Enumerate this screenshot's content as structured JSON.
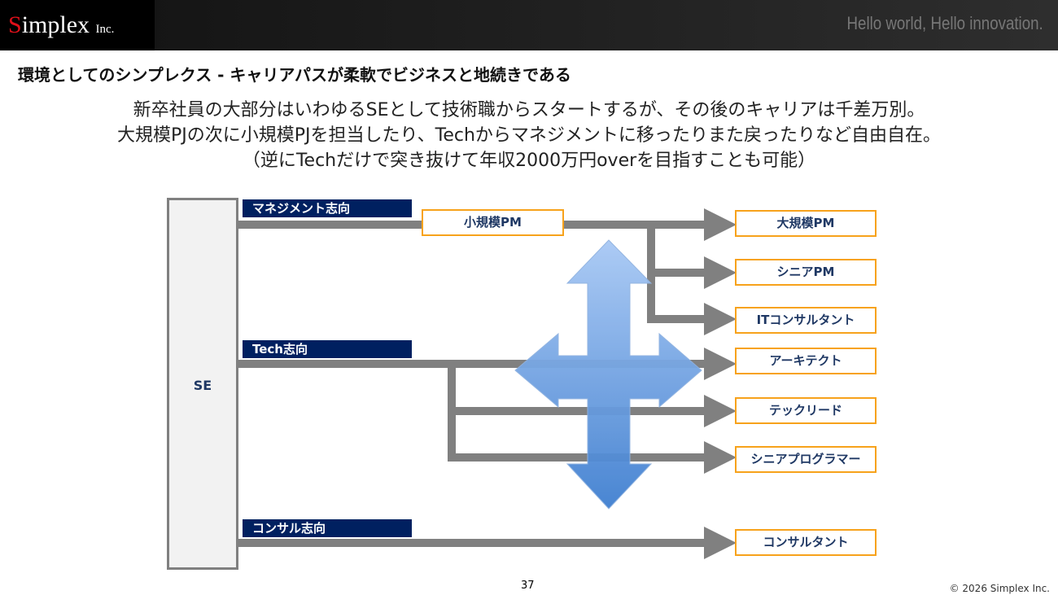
{
  "header": {
    "logo": "Simplex Inc.",
    "logo_main": "implex",
    "logo_initial": "S",
    "logo_suffix": "Inc.",
    "tagline": "Hello world, Hello innovation."
  },
  "title": "環境としてのシンプレクス - キャリアパスが柔軟でビジネスと地続きである",
  "subtitle": [
    "新卒社員の大部分はいわゆるSEとして技術職からスタートするが、その後のキャリアは千差万別。",
    "大規模PJの次に小規模PJを担当したり、Techからマネジメントに移ったりまた戻ったりなど自由自在。",
    "（逆にTechだけで突き抜けて年収2000万円overを目指すことも可能）"
  ],
  "diagram": {
    "start": "SE",
    "tracks": [
      {
        "label": "マネジメント志向"
      },
      {
        "label": "Tech志向"
      },
      {
        "label": "コンサル志向"
      }
    ],
    "intermediate": "小規模PM",
    "destinations": [
      "大規模PM",
      "シニアPM",
      "ITコンサルタント",
      "アーキテクト",
      "テックリード",
      "シニアプログラマー",
      "コンサルタント"
    ]
  },
  "footer": {
    "page": "37",
    "copyright": "© 2026 Simplex Inc."
  }
}
